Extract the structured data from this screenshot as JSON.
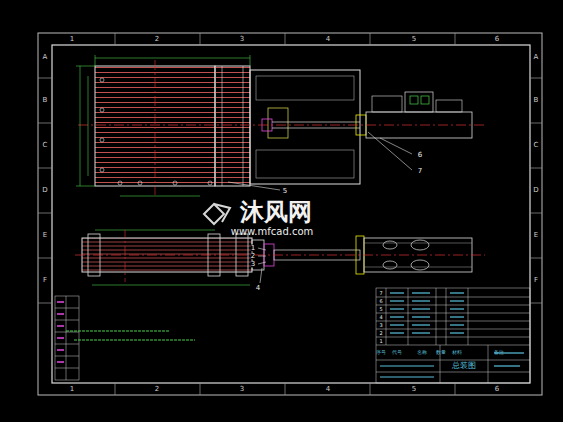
{
  "diagram": {
    "labels": [
      "1",
      "2",
      "3",
      "4",
      "5",
      "6",
      "1",
      "2",
      "3",
      "4",
      "5",
      "6",
      "A",
      "B",
      "C",
      "D",
      "E",
      "F",
      "A",
      "B",
      "C",
      "D",
      "E",
      "F",
      "1",
      "2",
      "3",
      "4",
      "5",
      "6",
      "7",
      "沐风网",
      "www.mfcad.com",
      "7",
      "6",
      "5",
      "4",
      "3",
      "2",
      "1",
      "序号",
      "代号",
      "名称",
      "数量",
      "材料",
      "备注",
      "总装图"
    ]
  }
}
